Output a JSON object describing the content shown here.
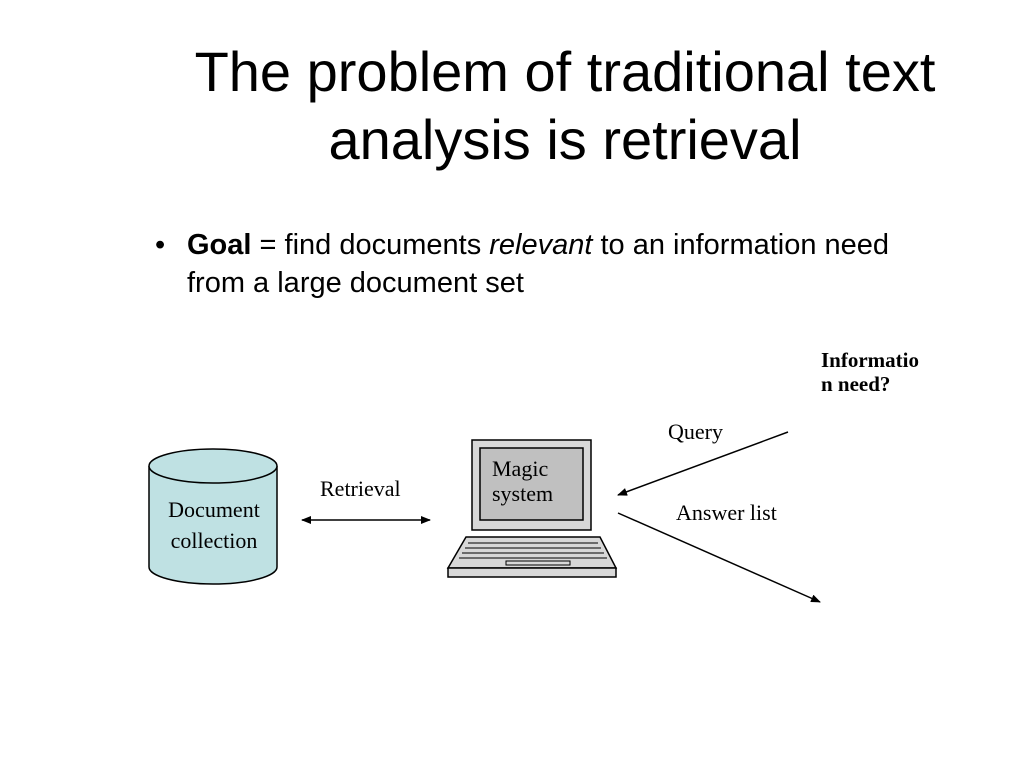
{
  "slide": {
    "title_line1": "The problem of traditional text",
    "title_line2": "analysis is retrieval",
    "bullet": {
      "marker": "•",
      "bold": "Goal",
      "text_before_italic": " = find documents ",
      "italic": "relevant",
      "text_after_italic": " to an information need from a large document set"
    }
  },
  "diagram": {
    "information_need_line1": "Informatio",
    "information_need_line2": "n need?",
    "query_label": "Query",
    "answer_label": "Answer list",
    "retrieval_label": "Retrieval",
    "system_line1": "Magic",
    "system_line2": "system",
    "collection_line1": "Document",
    "collection_line2": "collection",
    "colors": {
      "cylinder_fill": "#bfe1e3",
      "laptop_screen": "#c0c0c0",
      "laptop_frame": "#d8d8d8",
      "stroke": "#000000"
    }
  }
}
